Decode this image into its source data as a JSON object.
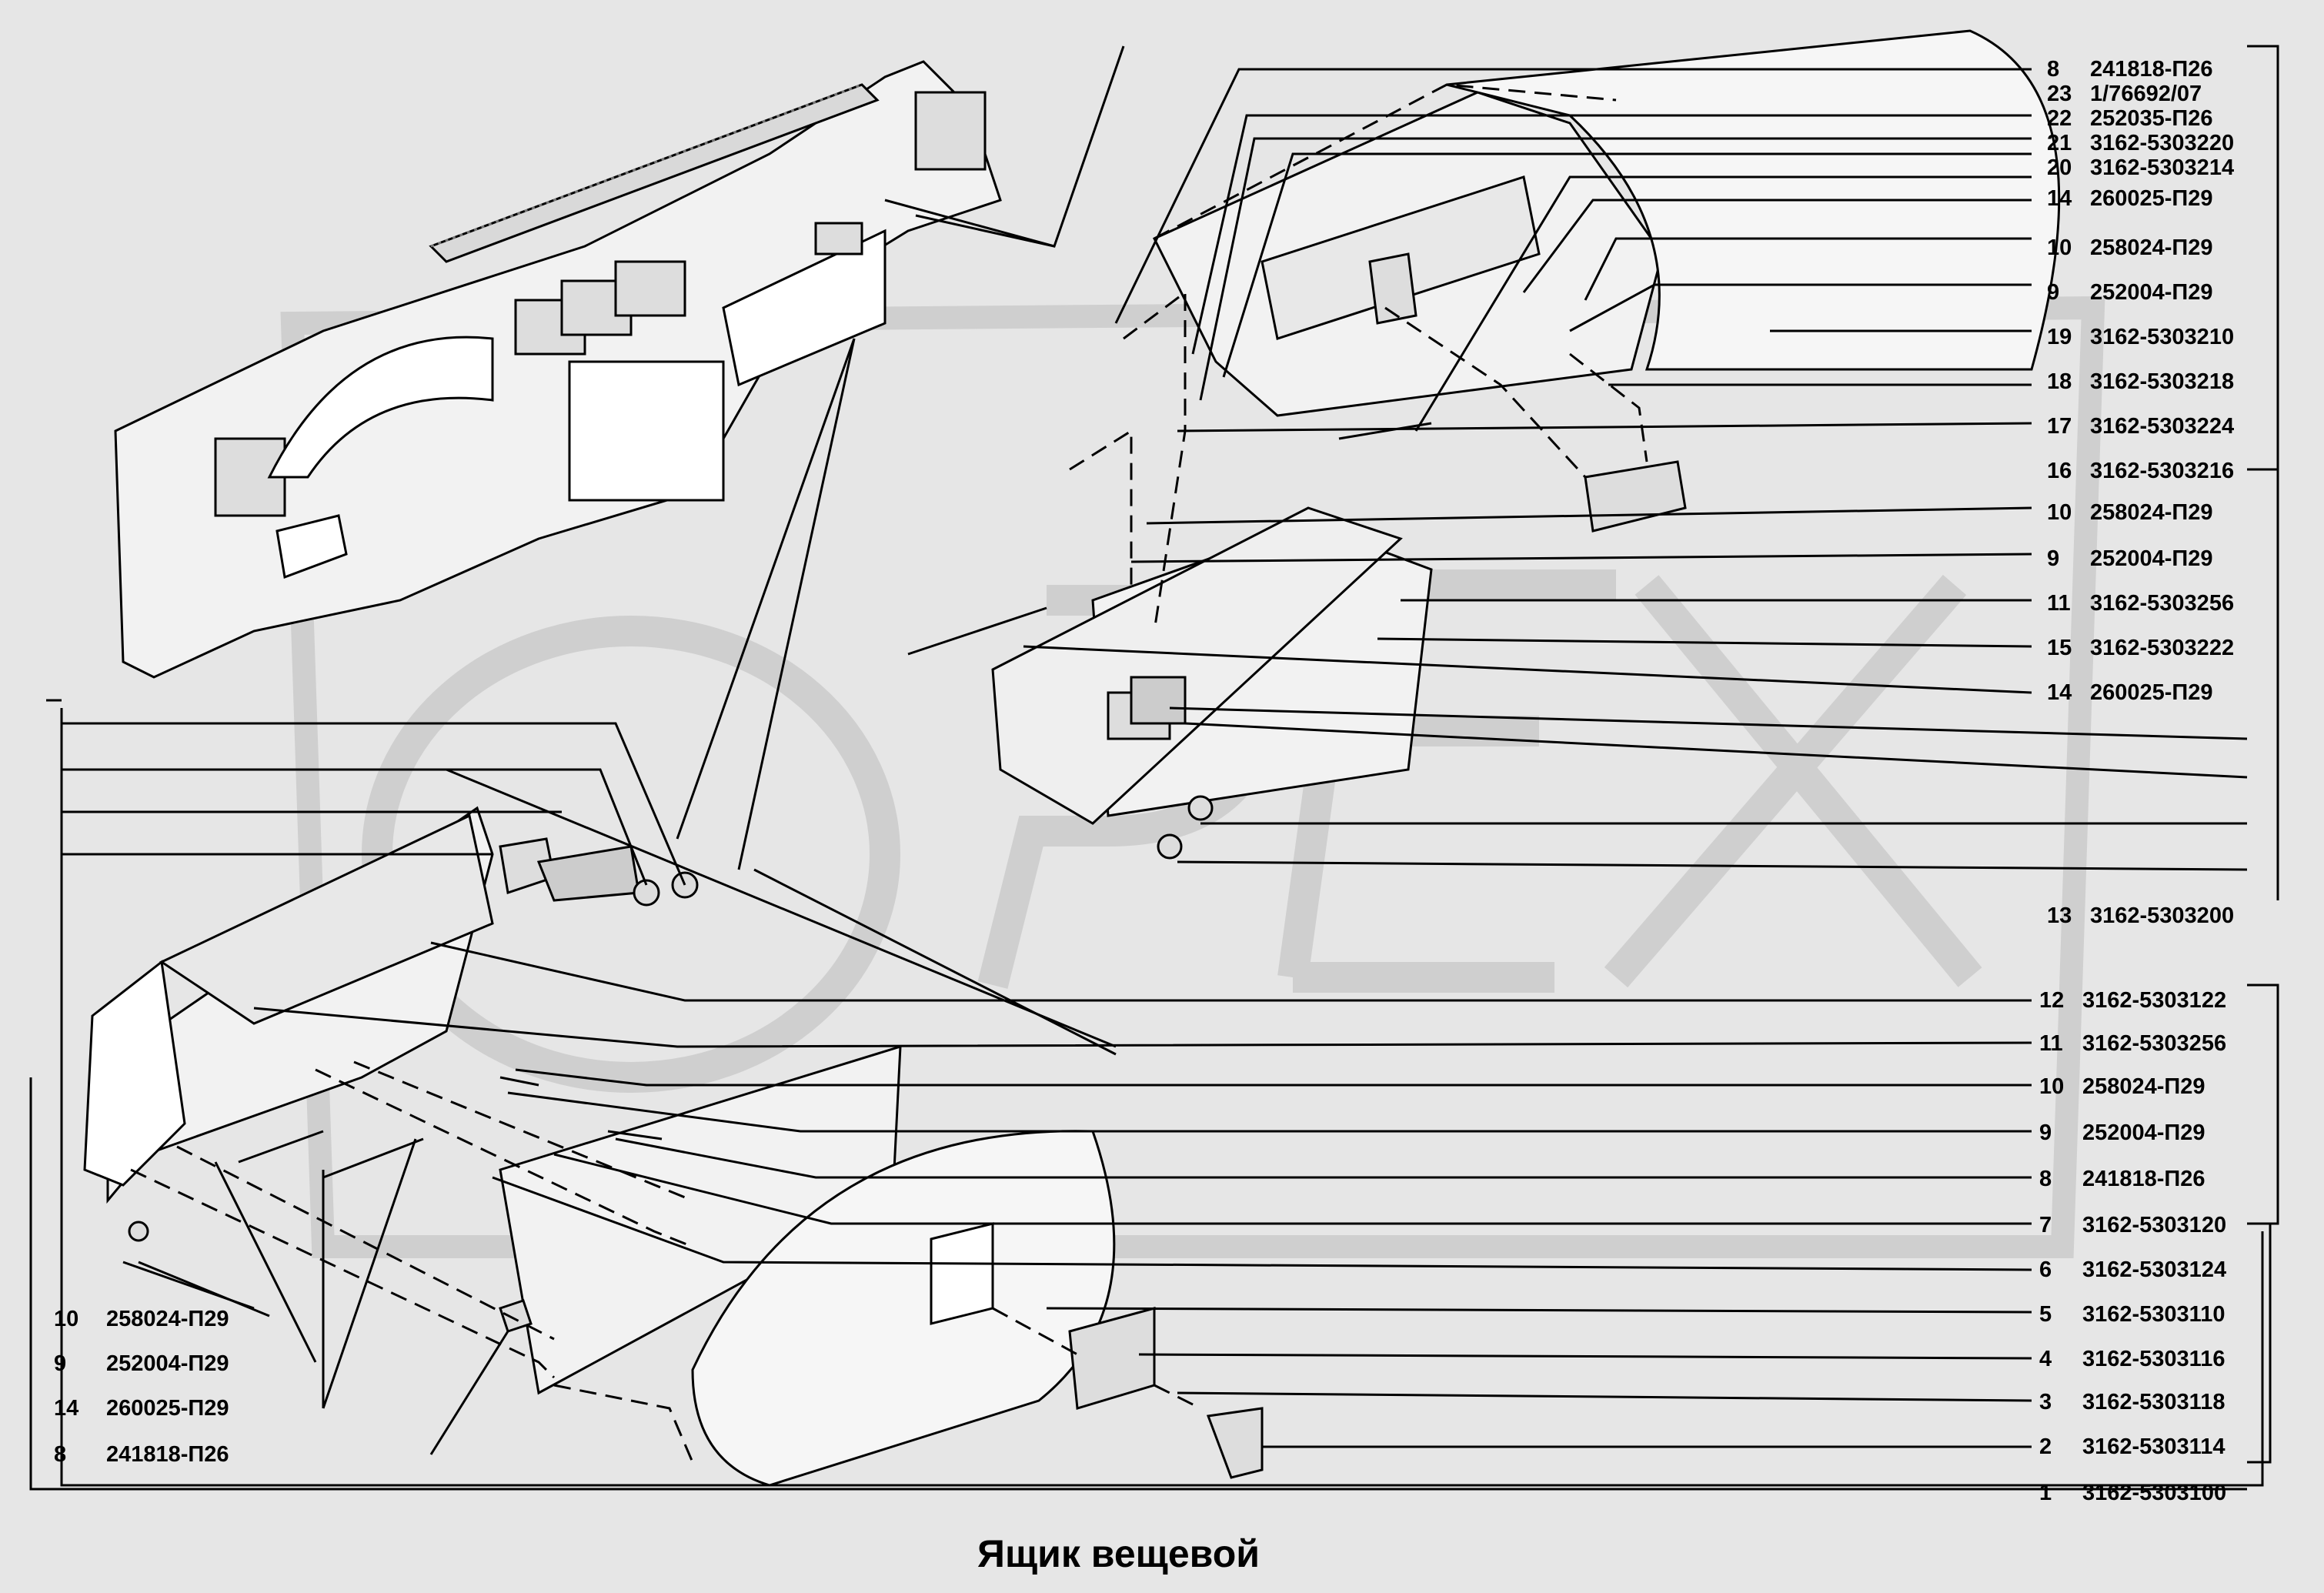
{
  "title": "Ящик вещевой",
  "watermark": "OPEX",
  "colors": {
    "background": "#e6e6e6",
    "part_fill": "#f2f2f2",
    "line": "#000000",
    "watermark": "#d2d2d2"
  },
  "callouts_top_right": [
    {
      "num": "8",
      "code": "241818-П26"
    },
    {
      "num": "23",
      "code": "1/76692/07"
    },
    {
      "num": "22",
      "code": "252035-П26"
    },
    {
      "num": "21",
      "code": "3162-5303220"
    },
    {
      "num": "20",
      "code": "3162-5303214"
    },
    {
      "num": "14",
      "code": "260025-П29"
    },
    {
      "num": "10",
      "code": "258024-П29"
    },
    {
      "num": "9",
      "code": "252004-П29"
    },
    {
      "num": "19",
      "code": "3162-5303210"
    },
    {
      "num": "18",
      "code": "3162-5303218"
    },
    {
      "num": "17",
      "code": "3162-5303224"
    },
    {
      "num": "16",
      "code": "3162-5303216"
    },
    {
      "num": "10",
      "code": "258024-П29"
    },
    {
      "num": "9",
      "code": "252004-П29"
    },
    {
      "num": "11",
      "code": "3162-5303256"
    },
    {
      "num": "15",
      "code": "3162-5303222"
    },
    {
      "num": "14",
      "code": "260025-П29"
    }
  ],
  "callout_assembly_13": {
    "num": "13",
    "code": "3162-5303200"
  },
  "callouts_bottom_right": [
    {
      "num": "12",
      "code": "3162-5303122"
    },
    {
      "num": "11",
      "code": "3162-5303256"
    },
    {
      "num": "10",
      "code": "258024-П29"
    },
    {
      "num": "9",
      "code": "252004-П29"
    },
    {
      "num": "8",
      "code": "241818-П26"
    },
    {
      "num": "7",
      "code": "3162-5303120"
    },
    {
      "num": "6",
      "code": "3162-5303124"
    },
    {
      "num": "5",
      "code": "3162-5303110"
    },
    {
      "num": "4",
      "code": "3162-5303116"
    },
    {
      "num": "3",
      "code": "3162-5303118"
    },
    {
      "num": "2",
      "code": "3162-5303114"
    },
    {
      "num": "1",
      "code": "3162-5303100"
    }
  ],
  "callouts_bottom_left": [
    {
      "num": "10",
      "code": "258024-П29"
    },
    {
      "num": "9",
      "code": "252004-П29"
    },
    {
      "num": "14",
      "code": "260025-П29"
    },
    {
      "num": "8",
      "code": "241818-П26"
    }
  ]
}
